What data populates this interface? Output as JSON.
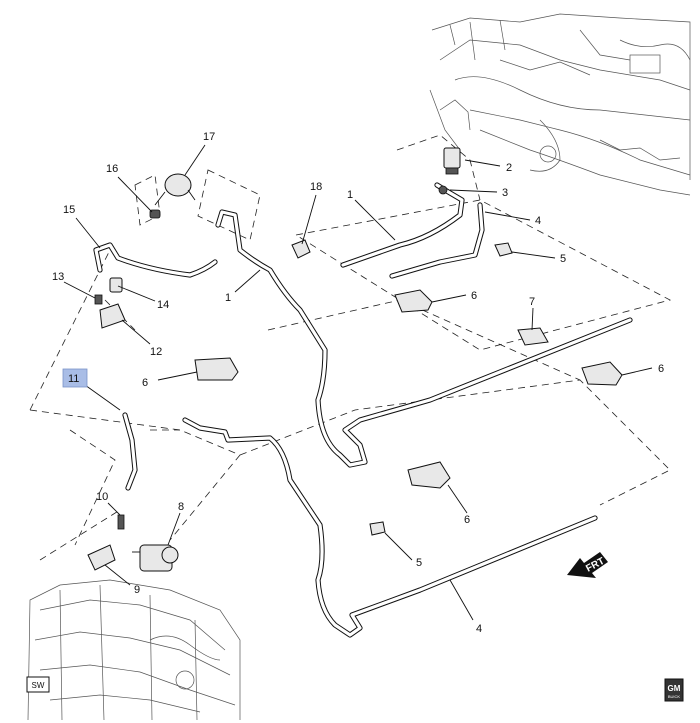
{
  "callouts": [
    {
      "id": "c1a",
      "label": "1"
    },
    {
      "id": "c1b",
      "label": "1"
    },
    {
      "id": "c2",
      "label": "2"
    },
    {
      "id": "c3",
      "label": "3"
    },
    {
      "id": "c4a",
      "label": "4"
    },
    {
      "id": "c4b",
      "label": "4"
    },
    {
      "id": "c5a",
      "label": "5"
    },
    {
      "id": "c5b",
      "label": "5"
    },
    {
      "id": "c6a",
      "label": "6"
    },
    {
      "id": "c6b",
      "label": "6"
    },
    {
      "id": "c6c",
      "label": "6"
    },
    {
      "id": "c6d",
      "label": "6"
    },
    {
      "id": "c7",
      "label": "7"
    },
    {
      "id": "c8",
      "label": "8"
    },
    {
      "id": "c9",
      "label": "9"
    },
    {
      "id": "c10",
      "label": "10"
    },
    {
      "id": "c11",
      "label": "11"
    },
    {
      "id": "c12",
      "label": "12"
    },
    {
      "id": "c13",
      "label": "13"
    },
    {
      "id": "c14",
      "label": "14"
    },
    {
      "id": "c15",
      "label": "15"
    },
    {
      "id": "c16",
      "label": "16"
    },
    {
      "id": "c17",
      "label": "17"
    },
    {
      "id": "c18",
      "label": "18"
    }
  ],
  "badges": {
    "view_code": "SW",
    "brand_top": "GM",
    "brand_bottom": "BUICK"
  },
  "direction_label": "FRT",
  "highlight_color": "#a9bde6"
}
